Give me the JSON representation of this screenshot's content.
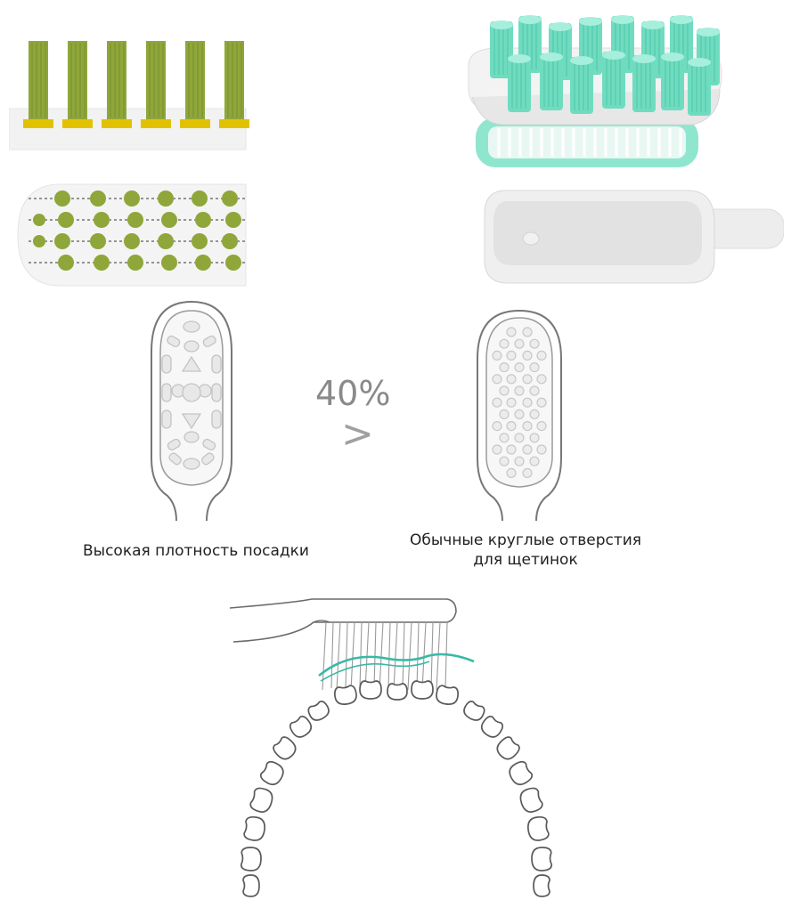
{
  "comparison": {
    "ratio": "40%",
    "symbol": ">"
  },
  "labels": {
    "left": "Высокая плотность посадки",
    "right_line1": "Обычные круглые отверстия",
    "right_line2": "для щетинок"
  },
  "colors": {
    "bristle_green": "#8fa63a",
    "clip_yellow": "#e2c200",
    "bristle_mint": "#6fdcc0",
    "gum_line": "#38b9a6",
    "outline": "#555555"
  }
}
